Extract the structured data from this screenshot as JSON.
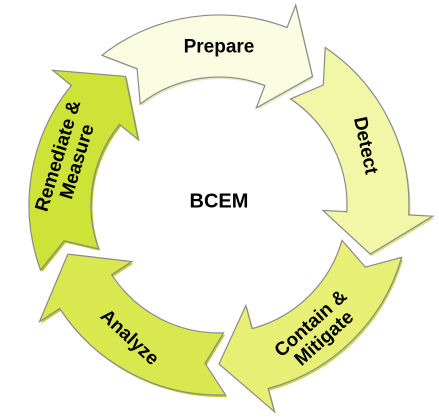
{
  "center": {
    "label": "BCEM"
  },
  "stages": [
    {
      "id": "prepare",
      "lines": [
        "Prepare"
      ],
      "color": "#fbfde2",
      "shade": "#e6e9c3"
    },
    {
      "id": "detect",
      "lines": [
        "Detect"
      ],
      "color": "#f2f7a8",
      "shade": "#d9df82"
    },
    {
      "id": "contain",
      "lines": [
        "Contain &",
        "Mitigate"
      ],
      "color": "#e7f075",
      "shade": "#cad44e"
    },
    {
      "id": "analyze",
      "lines": [
        "Analyze"
      ],
      "color": "#d9e84e",
      "shade": "#bccb2f"
    },
    {
      "id": "remediate",
      "lines": [
        "Remediate &",
        "Measure"
      ],
      "color": "#cee337",
      "shade": "#afc41c"
    }
  ]
}
